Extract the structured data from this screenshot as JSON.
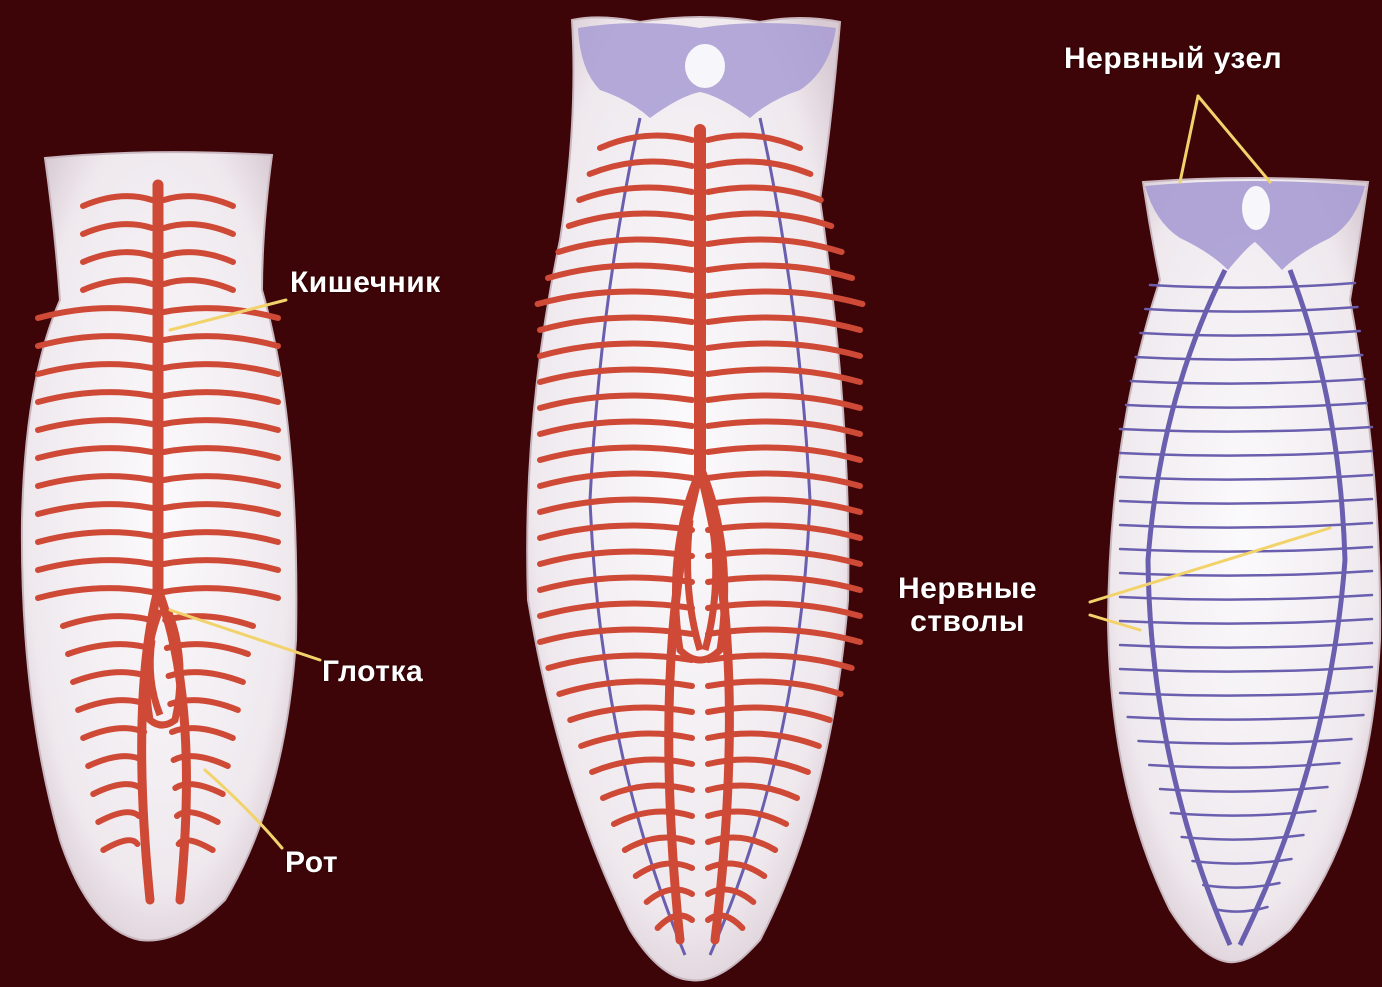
{
  "labels": {
    "intestine": "Кишечник",
    "pharynx": "Глотка",
    "mouth": "Рот",
    "nerve_ganglion": "Нервный узел",
    "nerve_trunks": "Нервные\nстволы"
  },
  "colors": {
    "background": "#3e0508",
    "body": "#f1eef2",
    "gut": "#cf4a36",
    "nerve": "#6a5fae",
    "ganglion": "#a89cd4",
    "leader": "#f2d36b",
    "text": "#ffffff"
  }
}
